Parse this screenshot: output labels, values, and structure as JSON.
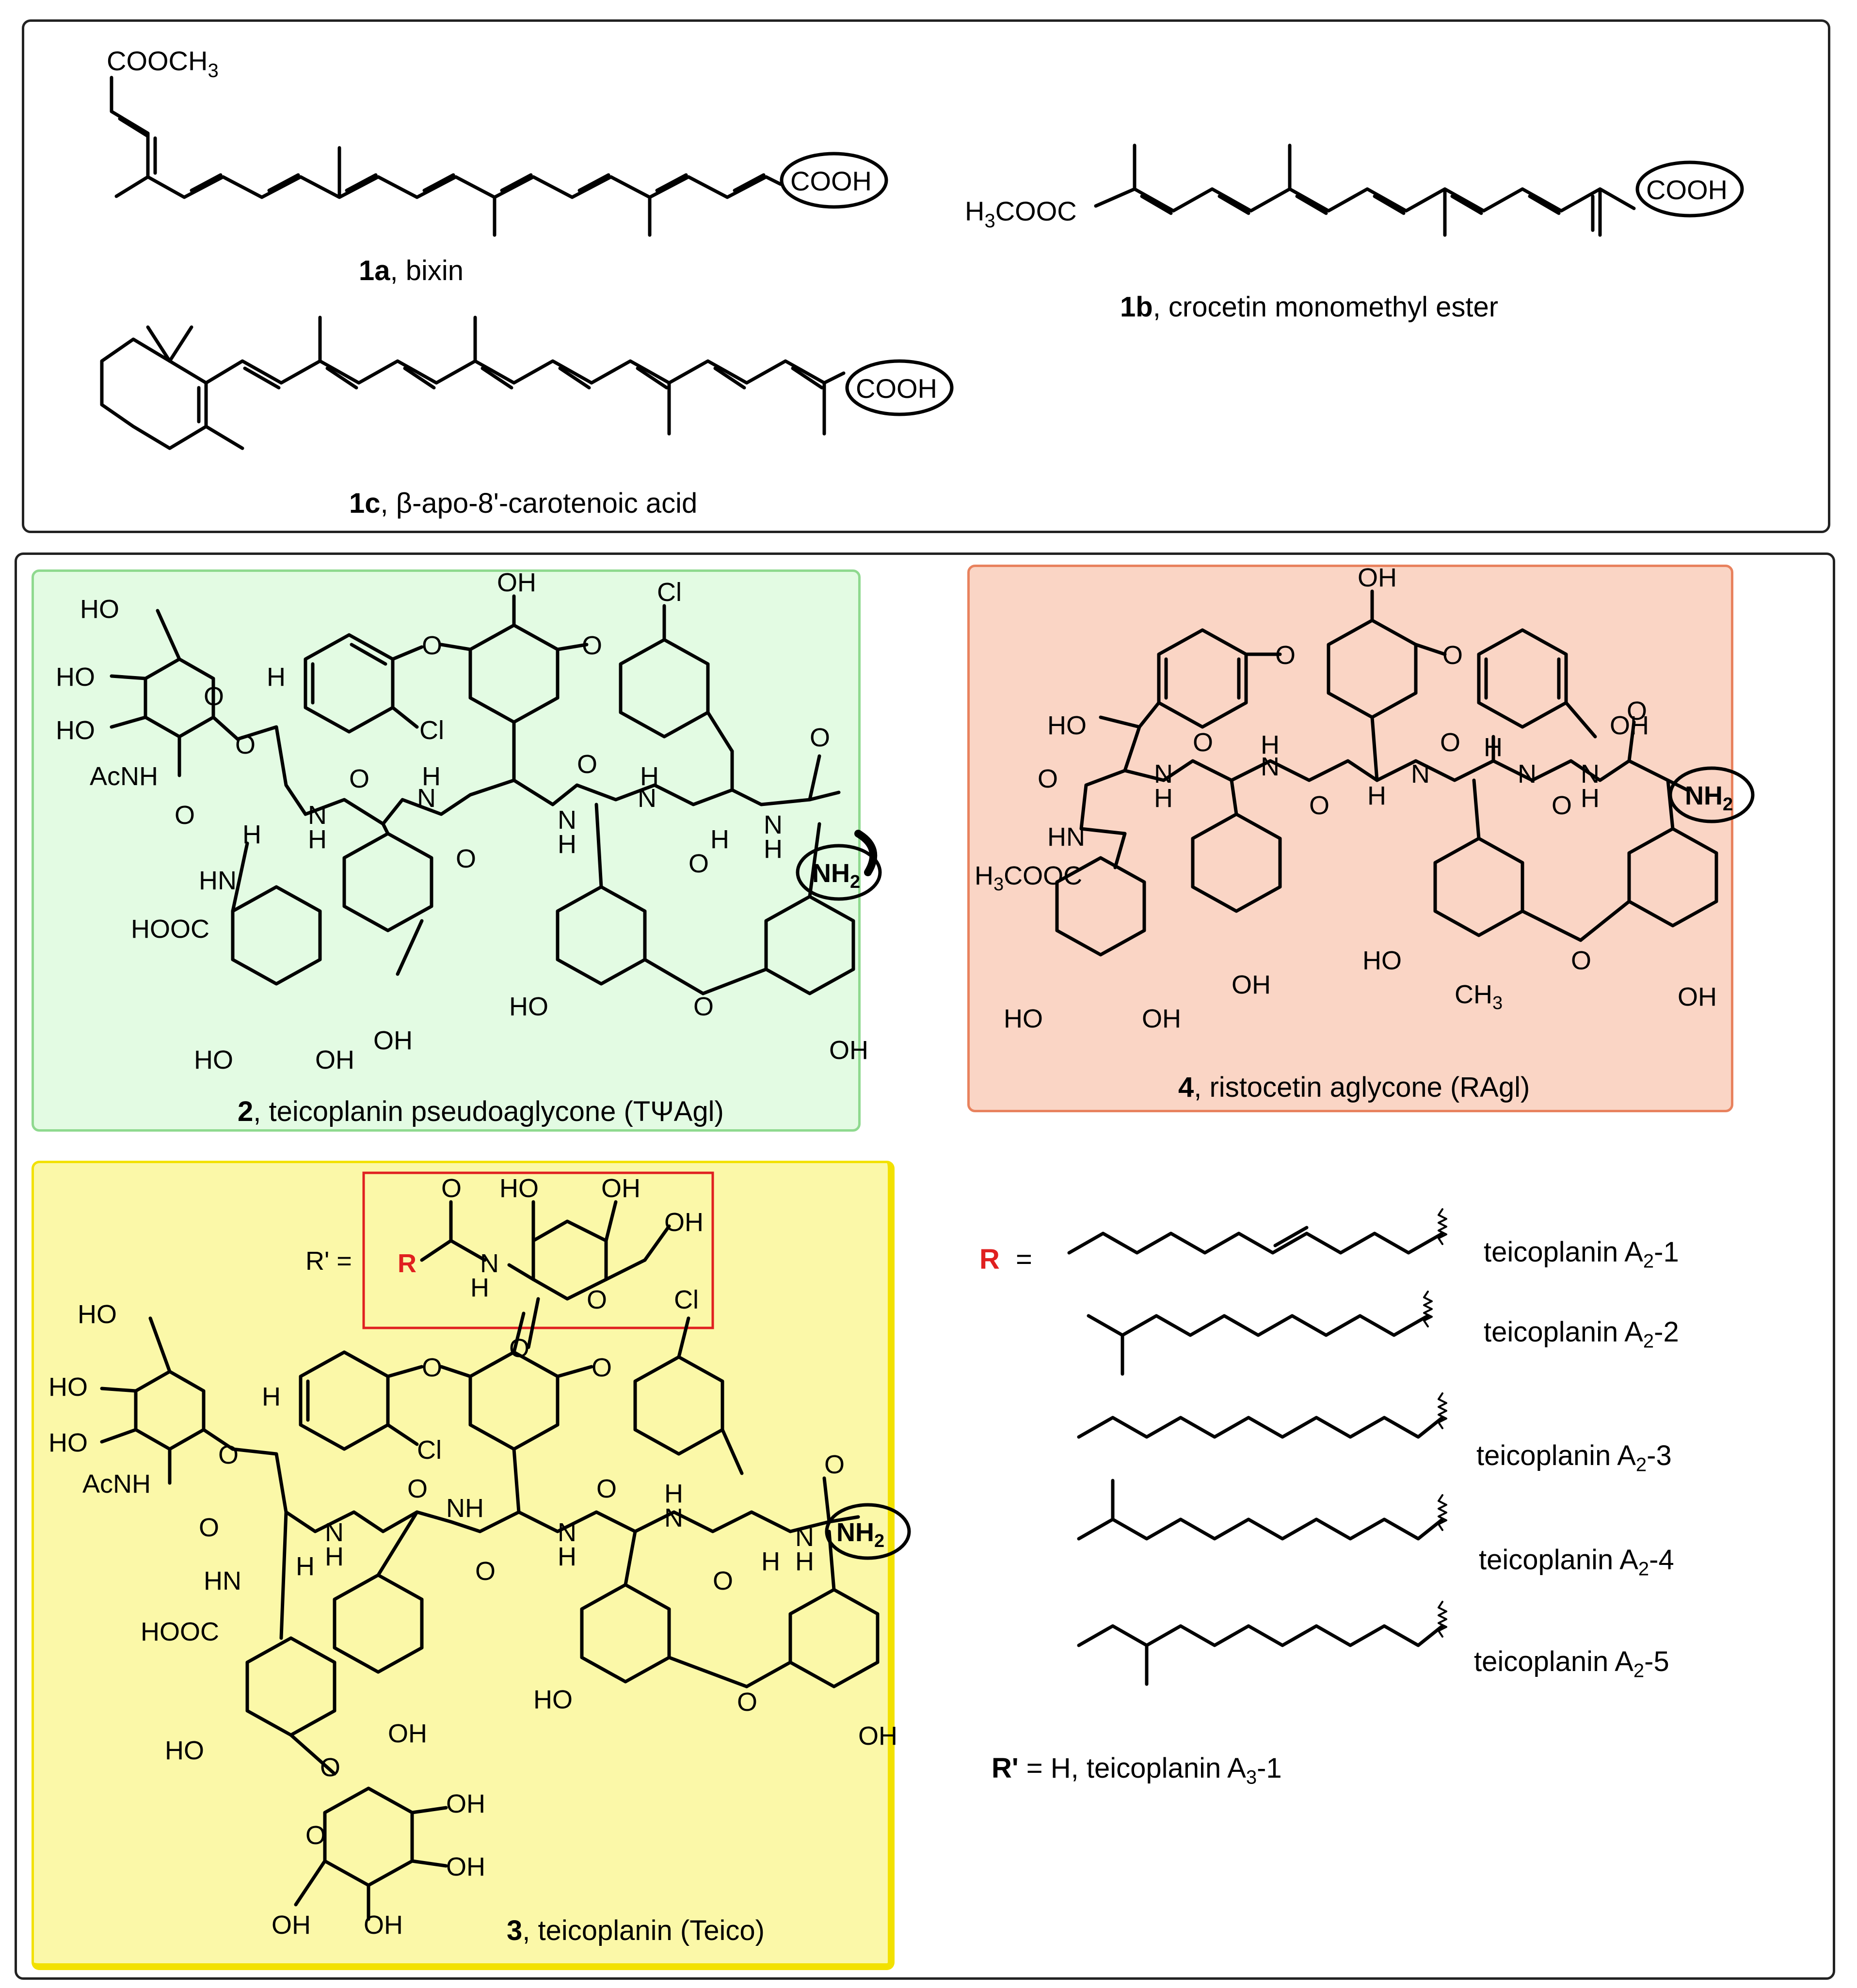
{
  "colors": {
    "frame": "#222222",
    "green_panel_fill": "#e3fbe3",
    "green_panel_border": "#8fd98f",
    "salmon_panel_fill": "#fad5c5",
    "salmon_panel_border": "#e8825e",
    "yellow_panel_fill": "#fbf8a8",
    "yellow_panel_border": "#f2e100",
    "red_box": "#e02020",
    "r_label": "#e02020"
  },
  "top": {
    "bixin": {
      "num": "1a",
      "name": ", bixin",
      "ester": "COOCH3",
      "acid": "COOH"
    },
    "crocetin": {
      "num": "1b",
      "name": ", crocetin monomethyl ester",
      "ester": "H3COOC",
      "acid": "COOH"
    },
    "apocarotenoic": {
      "num": "1c",
      "name": ", β-apo-8'-carotenoic acid",
      "acid": "COOH"
    }
  },
  "compound2": {
    "num": "2",
    "name": ", teicoplanin pseudoaglycone (TΨAgl)",
    "labels": {
      "ho": "HO",
      "oh": "OH",
      "cl": "Cl",
      "o": "O",
      "h": "H",
      "nh": "NH",
      "n": "N",
      "acnh": "AcNH",
      "hn": "HN",
      "hooc": "HOOC",
      "nh2": "NH2"
    }
  },
  "compound4": {
    "num": "4",
    "name": ", ristocetin aglycone (RAgl)",
    "labels": {
      "ho": "HO",
      "oh": "OH",
      "o": "O",
      "h": "H",
      "n": "N",
      "hn": "HN",
      "h3cooc": "H3COOC",
      "ch3": "CH3",
      "nh2": "NH2"
    }
  },
  "compound3": {
    "num": "3",
    "name": ", teicoplanin  (Teico)",
    "rprime": "R' =",
    "r": "R",
    "labels": {
      "ho": "HO",
      "oh": "OH",
      "cl": "Cl",
      "o": "O",
      "h": "H",
      "nh": "NH",
      "n": "N",
      "acnh": "AcNH",
      "hn": "HN",
      "hooc": "HOOC",
      "nh2": "NH2"
    }
  },
  "legend": {
    "r_label": "R",
    "equals": "=",
    "variants": [
      {
        "name": "teicoplanin A2-1"
      },
      {
        "name": "teicoplanin A2-2"
      },
      {
        "name": "teicoplanin A2-3"
      },
      {
        "name": "teicoplanin A2-4"
      },
      {
        "name": "teicoplanin A2-5"
      }
    ],
    "rprime_label": "R'",
    "rprime_text": " = H, teicoplanin A3-1"
  }
}
